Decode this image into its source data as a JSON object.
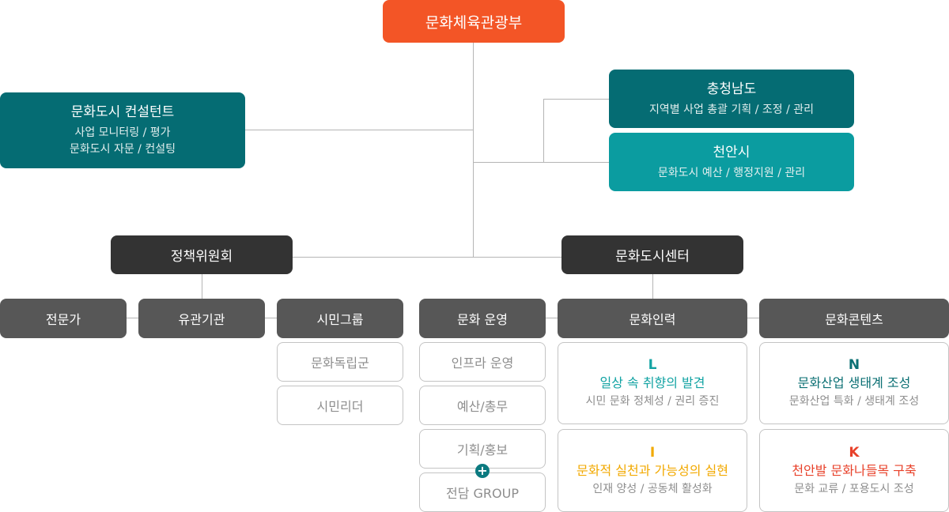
{
  "top": {
    "label": "문화체육관광부"
  },
  "consultant": {
    "title": "문화도시 컨설턴트",
    "line1": "사업 모니터링 / 평가",
    "line2": "문화도시 자문 / 컨설팅"
  },
  "province": {
    "title": "충청남도",
    "desc": "지역별 사업 총괄 기획 / 조정 / 관리"
  },
  "city": {
    "title": "천안시",
    "desc": "문화도시 예산 / 행정지원 / 관리"
  },
  "policy": {
    "label": "정책위원회"
  },
  "center": {
    "label": "문화도시센터"
  },
  "policy_members": [
    "전문가",
    "유관기관",
    "시민그룹"
  ],
  "citizen_sub": [
    "문화독립군",
    "시민리더"
  ],
  "departments": [
    "문화 운영",
    "문화인력",
    "문화콘텐츠"
  ],
  "ops_sub": [
    "인프라 운영",
    "예산/총무",
    "기획/홍보",
    "전담 GROUP"
  ],
  "plus_symbol": "+",
  "programs": [
    {
      "letter": "L",
      "title": "일상 속 취향의 발견",
      "desc": "시민 문화 정체성 / 권리 증진",
      "color": "#12a3a3"
    },
    {
      "letter": "N",
      "title": "문화산업 생태계 조성",
      "desc": "문화산업 특화 / 생태계 조성",
      "color": "#0a6f73"
    },
    {
      "letter": "I",
      "title": "문화적 실천과 가능성의 실현",
      "desc": "인재 양성 / 공동체 활성화",
      "color": "#f2a900"
    },
    {
      "letter": "K",
      "title": "천안발 문화나들목 구축",
      "desc": "문화 교류 / 포용도시 조성",
      "color": "#e8412a"
    }
  ]
}
